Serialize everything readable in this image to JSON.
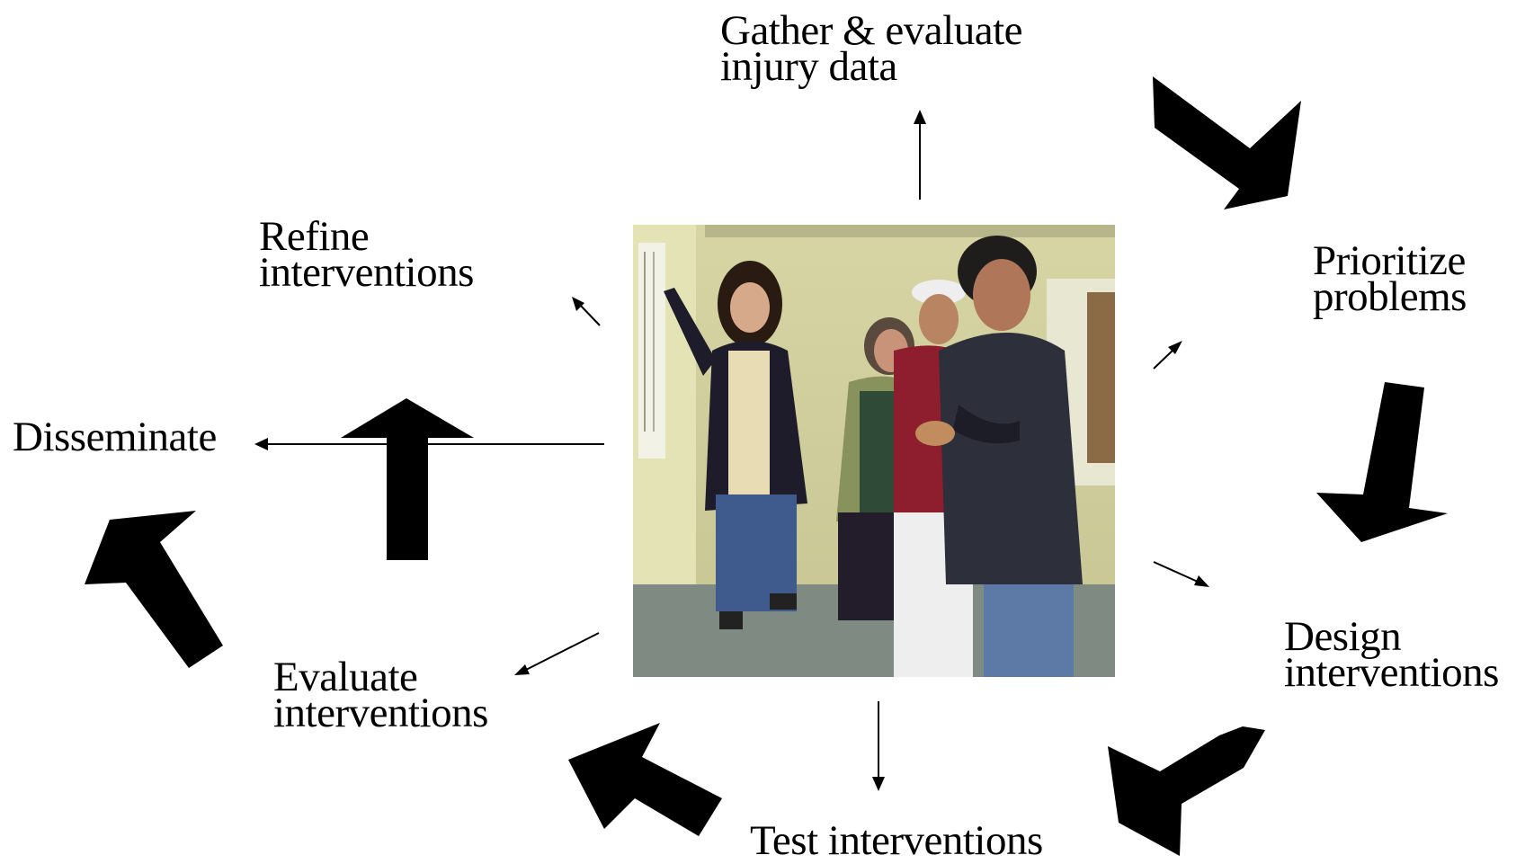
{
  "steps": {
    "gather": {
      "line1": "Gather & evaluate",
      "line2": "injury data"
    },
    "prioritize": {
      "line1": "Prioritize",
      "line2": "problems"
    },
    "design": {
      "line1": "Design",
      "line2": "interventions"
    },
    "test": {
      "line1": "Test interventions"
    },
    "evaluate": {
      "line1": "Evaluate",
      "line2": "interventions"
    },
    "disseminate": {
      "line1": "Disseminate"
    },
    "refine": {
      "line1": "Refine",
      "line2": "interventions"
    }
  },
  "photo": {
    "subject": "people-reviewing-wall-chart"
  },
  "colors": {
    "arrow": "#000000",
    "background": "#ffffff"
  }
}
